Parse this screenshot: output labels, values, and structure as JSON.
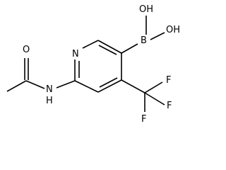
{
  "structure": {
    "atoms": {
      "oxygen_carbonyl": "O",
      "nitrogen_amide": "N",
      "hydrogen_amide": "H",
      "nitrogen_ring": "N",
      "boron": "B",
      "hydroxyl_top": "OH",
      "hydroxyl_right": "OH",
      "fluorine_1": "F",
      "fluorine_2": "F",
      "fluorine_3": "F"
    }
  }
}
